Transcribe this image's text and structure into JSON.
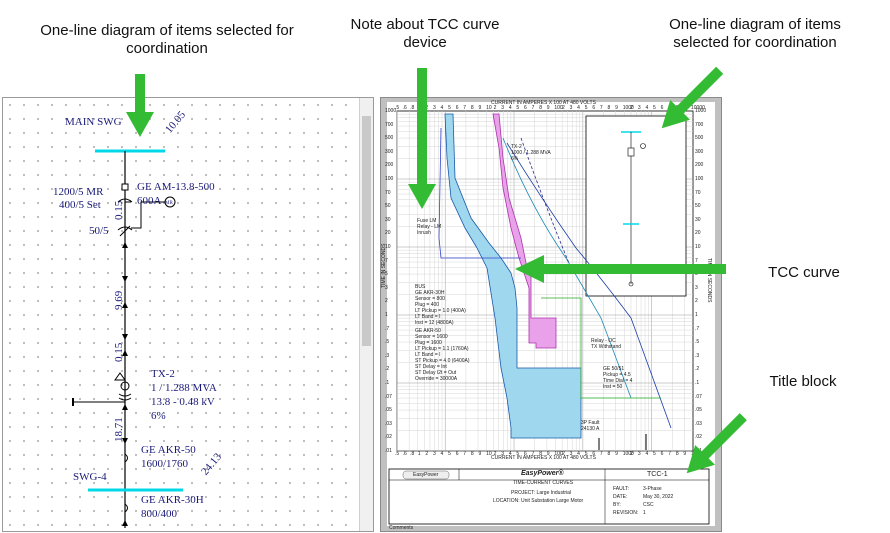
{
  "callouts": {
    "oneline_left": "One-line diagram of items selected for coordination",
    "note_tcc": "Note about TCC curve device",
    "oneline_right": "One-line diagram of items selected for coordination",
    "tcc_curve": "TCC curve",
    "title_block": "Title block"
  },
  "oneline": {
    "main_swg": "MAIN SWG",
    "main_swg_value": "10.05",
    "ct_label_1": "1200/5 MR",
    "ct_label_2": "400/5 Set",
    "breaker_1": "GE AM-13.8-500",
    "breaker_1_rating": "600A",
    "relay_tag": "MR",
    "ct_small": "50/5",
    "cable_1": "0.15",
    "cable_2": "9.69",
    "cable_3": "0.15",
    "tx_name": "TX-2",
    "tx_rating": "1 / 1.288 MVA",
    "tx_voltage": "13.8 - 0.48 kV",
    "tx_z": "6%",
    "cable_4": "18.71",
    "breaker_2": "GE AKR-50",
    "breaker_2_rating": "1600/1760",
    "swg4": "SWG-4",
    "swg4_value": "24.13",
    "breaker_3": "GE AKR-30H",
    "breaker_3_rating": "800/400"
  },
  "tcc": {
    "top_axis_label": "CURRENT IN AMPERES X 100 AT 480 VOLTS",
    "bottom_axis_label": "CURRENT IN AMPERES X 100 AT 480 VOLTS",
    "left_axis_label": "TIME IN SECONDS",
    "right_axis_label": "TIME IN SECONDS",
    "top_ticks": [
      ".5",
      ".6",
      ".8",
      "1",
      "2",
      "3",
      "4",
      "5",
      "6",
      "7",
      "8",
      "9",
      "10",
      "2",
      "3",
      "4",
      "5",
      "6",
      "7",
      "8",
      "9",
      "100",
      "2",
      "3",
      "4",
      "5",
      "6",
      "7",
      "8",
      "9",
      "1000",
      "2",
      "3",
      "4",
      "5",
      "6",
      "7",
      "8",
      "9",
      "10000"
    ],
    "time_ticks": [
      "1000",
      "700",
      "500",
      "300",
      "200",
      "100",
      "70",
      "50",
      "30",
      "20",
      "10",
      "7",
      "5",
      "3",
      "2",
      "1",
      ".7",
      ".5",
      ".3",
      ".2",
      ".1",
      ".07",
      ".05",
      ".03",
      ".02",
      ".01"
    ],
    "bottom_ticks": [
      ".5",
      ".6",
      ".8",
      "1",
      "2",
      "3",
      "4",
      "5",
      "6",
      "7",
      "8",
      "9",
      "10",
      "2",
      "3",
      "4",
      "5",
      "6",
      "7",
      "8",
      "9",
      "100",
      "2",
      "3",
      "4",
      "5",
      "6",
      "7",
      "8",
      "9",
      "1000",
      "2",
      "3",
      "4",
      "5",
      "6",
      "7",
      "8",
      "9",
      "10000"
    ],
    "notes": {
      "note_1": "Fuse LM",
      "note_2": "Relay - LM",
      "note_3": "TX-2",
      "note_4": "1000 / 1.288 MVA",
      "note_5": "6%",
      "note_6": "Inrush",
      "note_7": "Relay - OC",
      "note_8": "TX Withstand",
      "note_9": "BUS",
      "note_10": "GE AKR-30H",
      "note_11": "Sensor = 800",
      "note_12": "Plug = 400",
      "note_13": "LT Pickup = 1.0 (400A)",
      "note_14": "LT Band = I",
      "note_15": "Inst = 12 (4800A)",
      "note_16": "GE AKR-50",
      "note_17": "Sensor = 1600",
      "note_18": "Plug = 1600",
      "note_19": "LT Pickup = 1.1 (1760A)",
      "note_20": "LT Band = I",
      "note_21": "ST Pickup = 4.0 (6400A)",
      "note_22": "ST Delay = Int",
      "note_23": "ST Delay I2t = Out",
      "note_24": "Override = 30000A",
      "note_25": "GE 50/51",
      "note_26": "Pickup = 4.5",
      "note_27": "Time Dial = 4",
      "note_28": "Inst = 50",
      "note_29": "3P Fault",
      "note_30": "24130 A"
    }
  },
  "title_block": {
    "logo": "EasyPower",
    "brand": "EasyPower®",
    "subtitle": "TIME-CURRENT CURVES",
    "project": "PROJECT: Large Industrial",
    "location": "LOCATION: Unit Substation Large Motor",
    "tcc_id": "TCC-1",
    "fault_label": "FAULT:",
    "fault_value": "3-Phase",
    "date_label": "DATE:",
    "date_value": "May 30, 2022",
    "by_label": "BY:",
    "by_value": "CSC",
    "rev_label": "REVISION:",
    "rev_value": "1",
    "footer": "Comments"
  },
  "colors": {
    "arrow": "#33bb33",
    "bus": "#00d8e8",
    "wire": "#000000",
    "label": "#1a1a7a",
    "fuse_fill": "#d97ad9",
    "cyan_fill": "#8fd3ef"
  }
}
